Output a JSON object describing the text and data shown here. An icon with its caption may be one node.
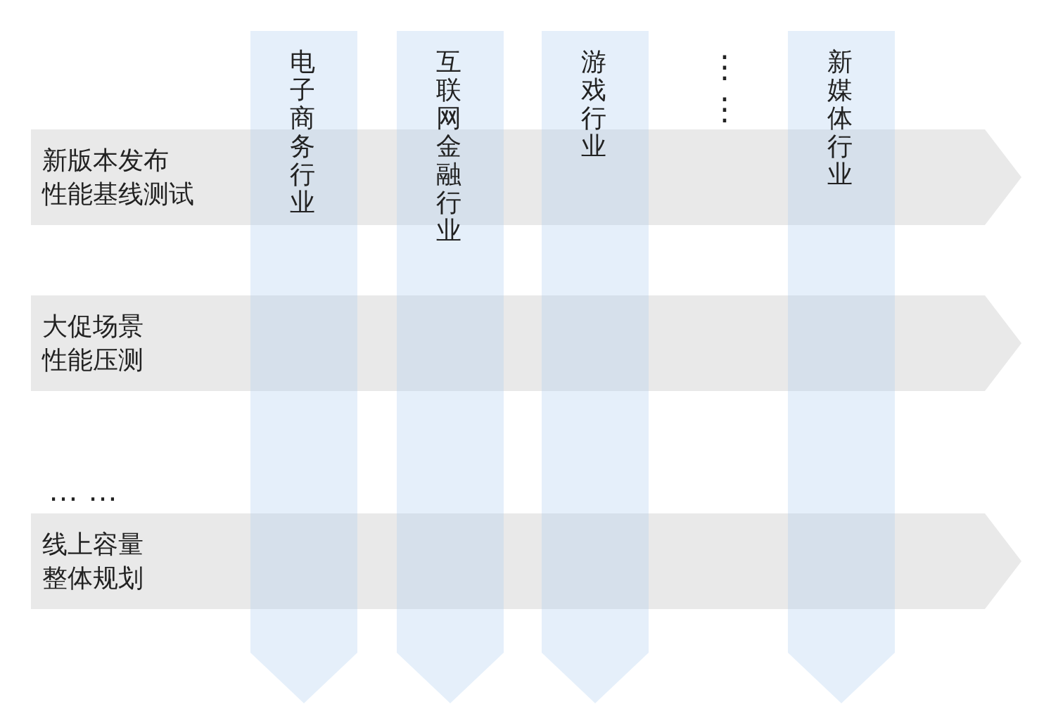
{
  "diagram": {
    "nodes": [
      {
        "text": [
          "电子商务行业"
        ]
      },
      {
        "text": [
          "互联网金融行业"
        ]
      },
      {
        "text": [
          "游戏行业"
        ]
      },
      {
        "text": [
          "新媒体行业"
        ]
      },
      {
        "text": [
          "新版本发布",
          "性能基线测试"
        ]
      },
      {
        "text": [
          "大促场景",
          "性能压测"
        ]
      },
      {
        "text": [
          "线上容量",
          "整体规划"
        ]
      }
    ],
    "labels": [
      "⋮⋮",
      "……"
    ]
  }
}
